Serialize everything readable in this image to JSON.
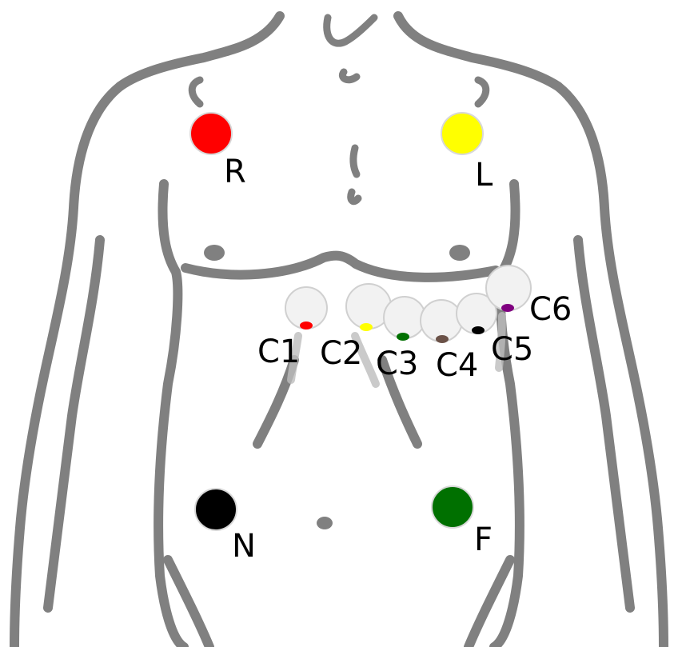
{
  "colors": {
    "outline": "#808080",
    "cup_fill": "#f2f2f2",
    "label": "#000000"
  },
  "limb_electrodes": [
    {
      "id": "R",
      "label": "R",
      "color": "#ff0000"
    },
    {
      "id": "L",
      "label": "L",
      "color": "#ffff00"
    },
    {
      "id": "N",
      "label": "N",
      "color": "#000000"
    },
    {
      "id": "F",
      "label": "F",
      "color": "#007000"
    }
  ],
  "chest_electrodes": [
    {
      "id": "C1",
      "label": "C1",
      "color": "#ff0000"
    },
    {
      "id": "C2",
      "label": "C2",
      "color": "#ffff00"
    },
    {
      "id": "C3",
      "label": "C3",
      "color": "#007000"
    },
    {
      "id": "C4",
      "label": "C4",
      "color": "#6b5248"
    },
    {
      "id": "C5",
      "label": "C5",
      "color": "#000000"
    },
    {
      "id": "C6",
      "label": "C6",
      "color": "#800080"
    }
  ]
}
